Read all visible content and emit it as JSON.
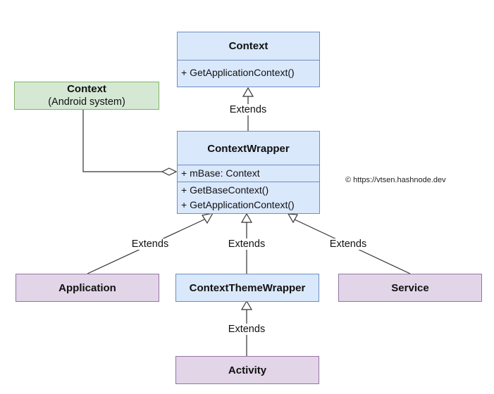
{
  "classes": {
    "context": {
      "name": "Context",
      "methods": [
        "+ GetApplicationContext()"
      ]
    },
    "context_android": {
      "name": "Context",
      "subtitle": "(Android system)"
    },
    "context_wrapper": {
      "name": "ContextWrapper",
      "fields": [
        "+ mBase: Context"
      ],
      "methods": [
        "+ GetBaseContext()",
        "+ GetApplicationContext()"
      ]
    },
    "application": {
      "name": "Application"
    },
    "context_theme_wrapper": {
      "name": "ContextThemeWrapper"
    },
    "service": {
      "name": "Service"
    },
    "activity": {
      "name": "Activity"
    }
  },
  "edge_labels": {
    "wrapper_to_context": "Extends",
    "application_to_wrapper": "Extends",
    "theme_to_wrapper": "Extends",
    "service_to_wrapper": "Extends",
    "activity_to_theme": "Extends"
  },
  "copyright": "© https://vtsen.hashnode.dev",
  "colors": {
    "class_fill": "#dae8fc",
    "external_fill": "#d5e8d4",
    "subclass_fill": "#e1d5e7"
  }
}
